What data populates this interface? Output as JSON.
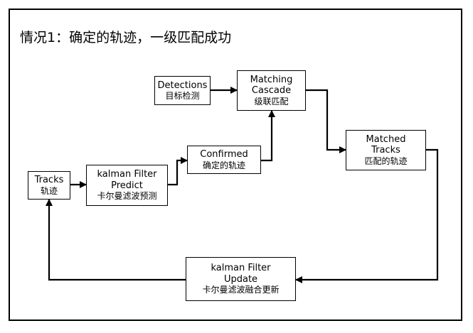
{
  "title": "情况1：确定的轨迹，一级匹配成功",
  "nodes": {
    "detections": {
      "lines": [
        "Detections"
      ],
      "zh": "目标检测"
    },
    "matching": {
      "lines": [
        "Matching",
        "Cascade"
      ],
      "zh": "级联匹配"
    },
    "tracks": {
      "lines": [
        "Tracks"
      ],
      "zh": "轨迹"
    },
    "kalman_predict": {
      "lines": [
        "kalman Filter",
        "Predict"
      ],
      "zh": "卡尔曼滤波预测"
    },
    "confirmed": {
      "lines": [
        "Confirmed"
      ],
      "zh": "确定的轨迹"
    },
    "matched": {
      "lines": [
        "Matched",
        "Tracks"
      ],
      "zh": "匹配的轨迹"
    },
    "kalman_update": {
      "lines": [
        "kalman Filter",
        "Update"
      ],
      "zh": "卡尔曼滤波融合更新"
    }
  },
  "edges": [
    [
      "detections",
      "matching"
    ],
    [
      "tracks",
      "kalman_predict"
    ],
    [
      "kalman_predict",
      "confirmed"
    ],
    [
      "confirmed",
      "matching"
    ],
    [
      "matching",
      "matched"
    ],
    [
      "matched",
      "kalman_update"
    ],
    [
      "kalman_update",
      "tracks"
    ]
  ]
}
